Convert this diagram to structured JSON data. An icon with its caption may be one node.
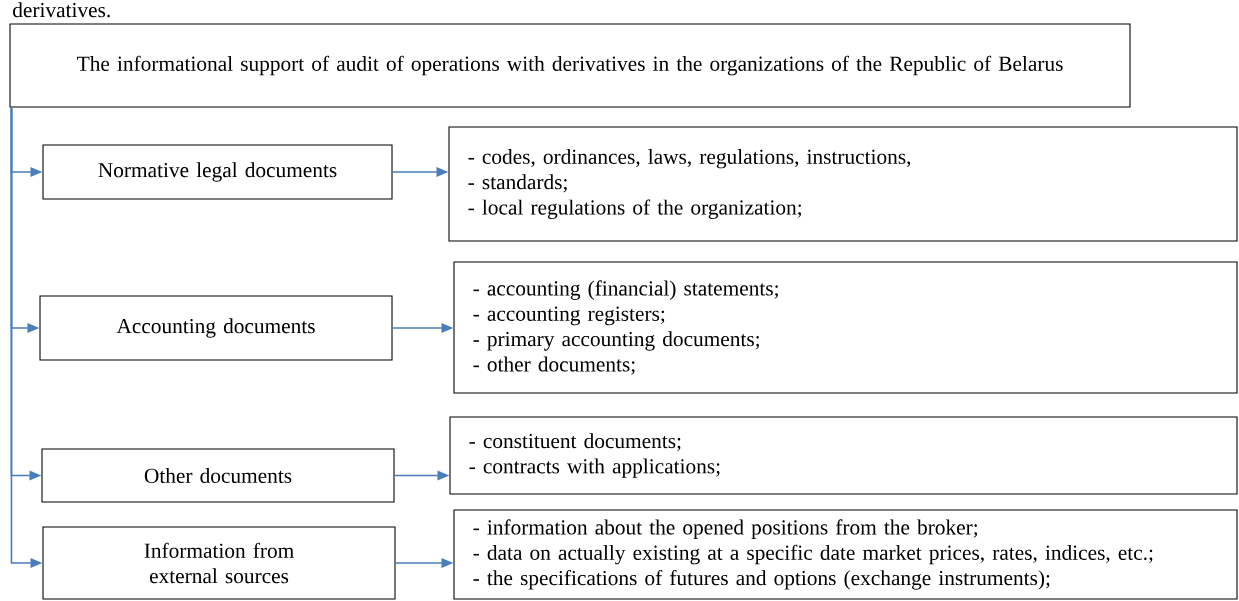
{
  "diagram": {
    "nodes": [
      {
        "text": [
          "The informational support of audit of operations with derivatives in the organizations of the Republic of Belarus"
        ]
      },
      {
        "text": [
          "Normative legal documents"
        ]
      },
      {
        "text": [
          "- codes, ordinances, laws, regulations, instructions,",
          "- standards;",
          "- local regulations of the organization;"
        ]
      },
      {
        "text": [
          "Accounting documents"
        ]
      },
      {
        "text": [
          "- accounting (financial) statements;",
          "- accounting registers;",
          "- primary accounting documents;",
          "- other documents;"
        ]
      },
      {
        "text": [
          "Other documents"
        ]
      },
      {
        "text": [
          "- constituent documents;",
          "- contracts with applications;"
        ]
      },
      {
        "text": [
          "Information from external sources"
        ]
      },
      {
        "text": [
          "- information about the opened positions from the broker;",
          "- data on actually existing at a specific date market prices, rates, indices, etc.;",
          "- the specifications of futures and options (exchange instruments);"
        ]
      }
    ],
    "edges": [
      {
        "from": 0,
        "to": 1,
        "arrow": "to"
      },
      {
        "from": 0,
        "to": 3,
        "arrow": "to"
      },
      {
        "from": 0,
        "to": 5,
        "arrow": "to"
      },
      {
        "from": 0,
        "to": 7,
        "arrow": "to"
      },
      {
        "from": 1,
        "to": 2,
        "arrow": "to"
      },
      {
        "from": 3,
        "to": 4,
        "arrow": "to"
      },
      {
        "from": 5,
        "to": 6,
        "arrow": "to"
      },
      {
        "from": 7,
        "to": 8,
        "arrow": "to"
      }
    ],
    "labels": [
      "derivatives."
    ]
  }
}
